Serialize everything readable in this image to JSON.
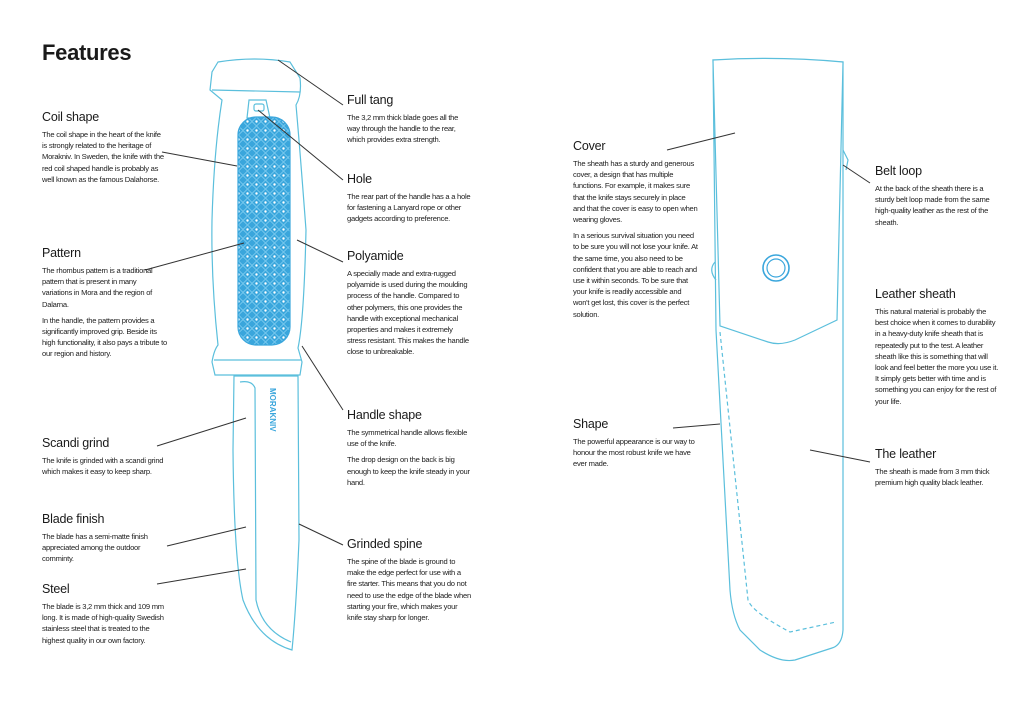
{
  "title": "Features",
  "knife": {
    "logo_text": "MORAKNIV",
    "features": [
      {
        "heading": "Coil shape",
        "body": [
          "The coil shape in the heart of the knife is strongly related to the heritage of Morakniv. In Sweden, the knife with the red coil shaped handle is probably as well known as the famous Dalahorse."
        ]
      },
      {
        "heading": "Pattern",
        "body": [
          "The rhombus pattern is a traditional pattern that is present in many variations in Mora and the region of Dalarna.",
          "In the handle, the pattern provides a significantly improved grip. Beside its high functionality, it also pays a tribute to our region and history."
        ]
      },
      {
        "heading": "Scandi grind",
        "body": [
          "The knife is grinded with a scandi grind which makes it easy to keep sharp."
        ]
      },
      {
        "heading": "Blade finish",
        "body": [
          "The blade has a semi-matte finish appreciated among the outdoor comminty."
        ]
      },
      {
        "heading": "Steel",
        "body": [
          "The blade is 3,2 mm thick and 109 mm long. It is made of high-quality Swedish stainless steel that is treated to the highest quality in our own factory."
        ]
      },
      {
        "heading": "Full tang",
        "body": [
          "The 3,2 mm thick blade goes all the way through the handle to the rear, which provides extra strength."
        ]
      },
      {
        "heading": "Hole",
        "body": [
          "The rear part of the handle has a a hole for fastening a Lanyard rope or other gadgets according to preference."
        ]
      },
      {
        "heading": "Polyamide",
        "body": [
          "A specially made and extra-rugged polyamide is used during the moulding process of the handle. Compared to other polymers, this one provides the handle with exceptional mechanical properties and makes it extremely stress resistant. This makes the handle close to unbreakable."
        ]
      },
      {
        "heading": "Handle shape",
        "body": [
          "The symmetrical handle allows flexible use of the knife.",
          "The drop design on the back is big enough to keep the knife steady in your hand."
        ]
      },
      {
        "heading": "Grinded spine",
        "body": [
          "The spine of the blade is ground to make the edge perfect for use with a fire starter. This means that you do not need to use the edge of the blade when starting your fire, which makes your knife stay sharp for longer."
        ]
      }
    ]
  },
  "sheath": {
    "features": [
      {
        "heading": "Cover",
        "body": [
          "The sheath has a sturdy and generous cover, a design that has multiple functions. For example, it makes sure that the knife stays securely in place and that the cover is easy to open when wearing gloves.",
          "In a serious survival situation you need to be sure you will not lose your knife. At the same time, you also need to be confident that you are able to reach and use it within seconds. To be sure that your knife is readily accessible and won't get lost, this cover is the perfect solution."
        ]
      },
      {
        "heading": "Shape",
        "body": [
          "The powerful appearance is our way to honour the most robust knife we have ever made."
        ]
      },
      {
        "heading": "Belt loop",
        "body": [
          "At the back of the sheath there is a sturdy belt loop made from the same high-quality leather as the rest of the sheath."
        ]
      },
      {
        "heading": "Leather sheath",
        "body": [
          "This natural material is probably the best choice when it comes to durability in a heavy-duty knife sheath that is repeatedly put to the test. A leather sheath like this is something that will look and feel better the more you use it. It simply gets better with time and is something you can enjoy for the rest of your life."
        ]
      },
      {
        "heading": "The leather",
        "body": [
          "The sheath is made from 3 mm thick premium high quality black leather."
        ]
      }
    ]
  },
  "colors": {
    "outline": "#5bbfdc",
    "pattern": "#3aa6dc",
    "leader": "#333333"
  }
}
